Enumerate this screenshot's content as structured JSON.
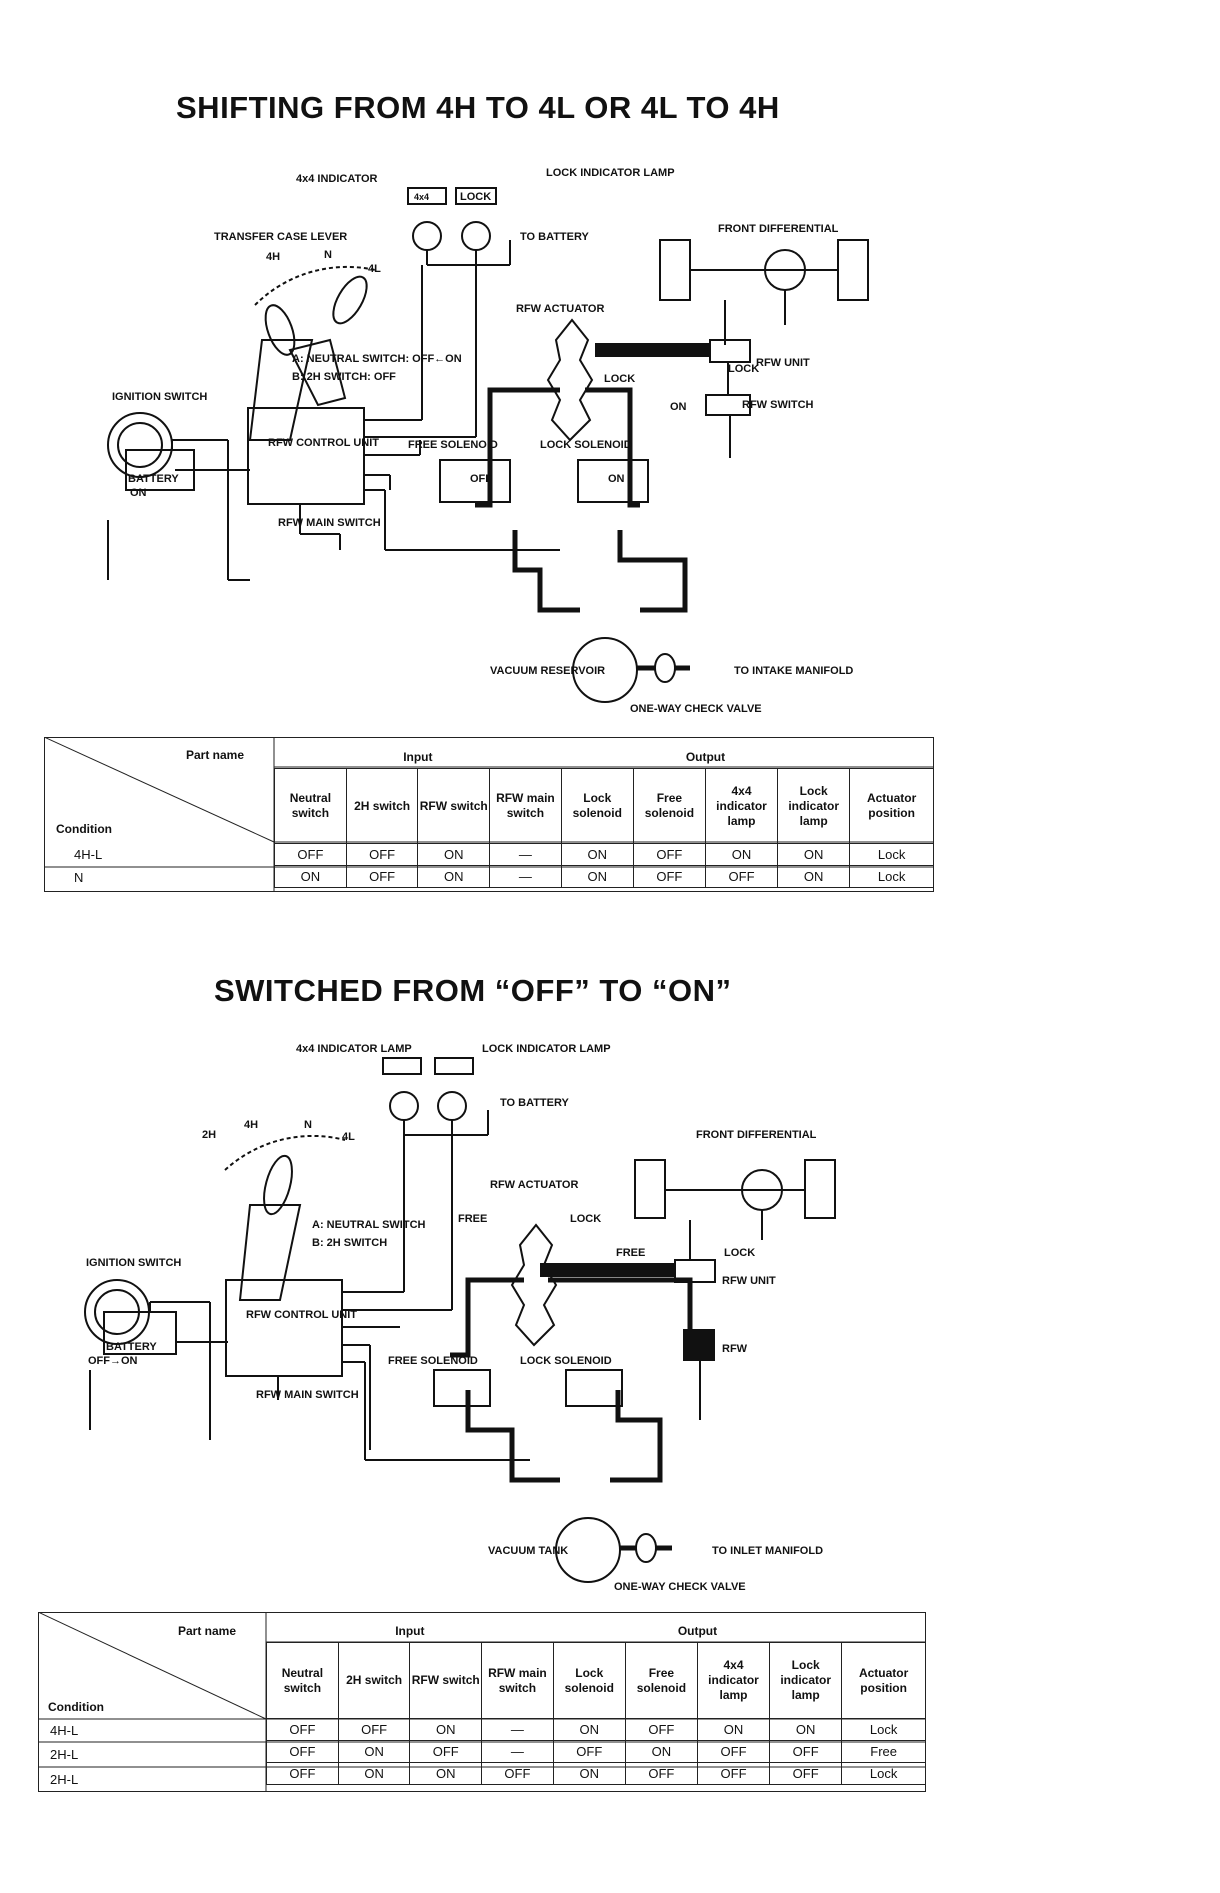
{
  "section1": {
    "title": "SHIFTING FROM 4H TO 4L OR 4L TO 4H",
    "labels": {
      "indicator_4x4": "4x4 INDICATOR",
      "lamp_4x4": "4x4",
      "lamp_lock": "LOCK",
      "lock_indicator": "LOCK INDICATOR LAMP",
      "to_battery": "TO BATTERY",
      "transfer_case_lever": "TRANSFER CASE LEVER",
      "pos_4h": "4H",
      "pos_n": "N",
      "pos_4l": "4L",
      "ignition_switch": "IGNITION SWITCH",
      "ignition_on": "ON",
      "battery": "BATTERY",
      "switch_a": "A: NEUTRAL SWITCH: OFF←ON",
      "switch_b": "B: 2H SWITCH: OFF",
      "rfw_control_unit": "RFW CONTROL UNIT",
      "rfw_main_switch": "RFW MAIN SWITCH",
      "rfw_actuator": "RFW ACTUATOR",
      "actuator_lock": "LOCK",
      "front_differential": "FRONT DIFFERENTIAL",
      "diff_lock": "LOCK",
      "rfw_unit": "RFW UNIT",
      "rfw_switch": "RFW SWITCH",
      "rfw_switch_on": "ON",
      "free_solenoid": "FREE SOLENOID",
      "free_state": "OFF",
      "lock_solenoid": "LOCK SOLENOID",
      "lock_state": "ON",
      "vacuum_reservoir": "VACUUM RESERVOIR",
      "check_valve": "ONE-WAY CHECK VALVE",
      "to_intake": "TO INTAKE MANIFOLD"
    },
    "table": {
      "part_name": "Part name",
      "condition": "Condition",
      "input": "Input",
      "output": "Output",
      "columns": [
        "Neutral switch",
        "2H switch",
        "RFW switch",
        "RFW main switch",
        "Lock solenoid",
        "Free solenoid",
        "4x4 indicator lamp",
        "Lock indicator lamp",
        "Actuator position"
      ],
      "rows": [
        {
          "condition": "4H-L",
          "cells": [
            "OFF",
            "OFF",
            "ON",
            "—",
            "ON",
            "OFF",
            "ON",
            "ON",
            "Lock"
          ]
        },
        {
          "condition": "N",
          "cells": [
            "ON",
            "OFF",
            "ON",
            "—",
            "ON",
            "OFF",
            "OFF",
            "ON",
            "Lock"
          ]
        }
      ]
    }
  },
  "section2": {
    "title": "SWITCHED FROM “OFF” TO “ON”",
    "labels": {
      "indicator_4x4": "4x4 INDICATOR LAMP",
      "lock_indicator": "LOCK INDICATOR LAMP",
      "to_battery": "TO BATTERY",
      "pos_2h": "2H",
      "pos_4h": "4H",
      "pos_n": "N",
      "pos_4l": "4L",
      "ignition_switch": "IGNITION SWITCH",
      "ignition_state": "OFF→ON",
      "battery": "BATTERY",
      "switch_a": "A: NEUTRAL SWITCH",
      "switch_b": "B: 2H SWITCH",
      "rfw_control_unit": "RFW CONTROL UNIT",
      "rfw_main_switch": "RFW MAIN SWITCH",
      "rfw_actuator": "RFW ACTUATOR",
      "actuator_free": "FREE",
      "actuator_lock": "LOCK",
      "front_differential": "FRONT DIFFERENTIAL",
      "unit_free": "FREE",
      "unit_lock": "LOCK",
      "rfw_unit": "RFW UNIT",
      "rfw": "RFW",
      "free_solenoid": "FREE SOLENOID",
      "lock_solenoid": "LOCK SOLENOID",
      "vacuum_tank": "VACUUM TANK",
      "check_valve": "ONE-WAY CHECK VALVE",
      "to_inlet": "TO INLET MANIFOLD"
    },
    "table": {
      "part_name": "Part name",
      "condition": "Condition",
      "input": "Input",
      "output": "Output",
      "columns": [
        "Neutral switch",
        "2H switch",
        "RFW switch",
        "RFW main switch",
        "Lock solenoid",
        "Free solenoid",
        "4x4 indicator lamp",
        "Lock indicator lamp",
        "Actuator position"
      ],
      "rows": [
        {
          "condition": "4H-L",
          "cells": [
            "OFF",
            "OFF",
            "ON",
            "—",
            "ON",
            "OFF",
            "ON",
            "ON",
            "Lock"
          ]
        },
        {
          "condition": "2H-L",
          "cells": [
            "OFF",
            "ON",
            "OFF",
            "—",
            "OFF",
            "ON",
            "OFF",
            "OFF",
            "Free"
          ]
        },
        {
          "condition": "2H-L",
          "cells": [
            "OFF",
            "ON",
            "ON",
            "OFF",
            "ON",
            "OFF",
            "OFF",
            "OFF",
            "Lock"
          ]
        }
      ]
    }
  }
}
